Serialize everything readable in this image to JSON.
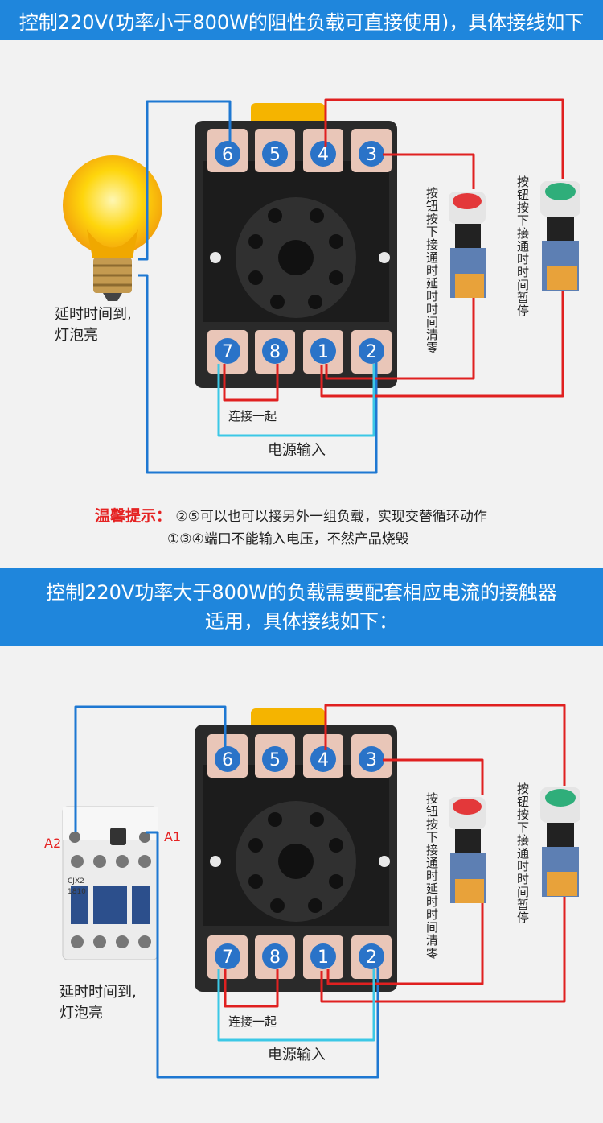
{
  "section1": {
    "banner_text": "控制220V(功率小于800W的阻性负载可直接使用)，具体接线如下",
    "load_caption_line1": "延时时间到,",
    "load_caption_line2": "灯泡亮",
    "button_red_label": "按钮按下接通时延时时间清零",
    "button_green_label": "按钮按下接通时时间暂停",
    "jumper_label": "连接一起",
    "power_label": "电源输入",
    "terminals_top": [
      "6",
      "5",
      "4",
      "3"
    ],
    "terminals_bottom": [
      "7",
      "8",
      "1",
      "2"
    ]
  },
  "tip": {
    "label": "温馨提示：",
    "line1": "②⑤可以也可以接另外一组负载，实现交替循环动作",
    "line2": "①③④端口不能输入电压，不然产品烧毁"
  },
  "section2": {
    "banner_line1": "控制220V功率大于800W的负载需要配套相应电流的接触器",
    "banner_line2": "适用，具体接线如下：",
    "contactor_a2": "A2",
    "contactor_a1": "A1",
    "contactor_model": "CJX2",
    "contactor_code": "1810",
    "load_caption_line1": "延时时间到,",
    "load_caption_line2": "灯泡亮",
    "button_red_label": "按钮按下接通时延时时间清零",
    "button_green_label": "按钮按下接通时时间暂停",
    "jumper_label": "连接一起",
    "power_label": "电源输入",
    "terminals_top": [
      "6",
      "5",
      "4",
      "3"
    ],
    "terminals_bottom": [
      "7",
      "8",
      "1",
      "2"
    ]
  },
  "colors": {
    "banner": "#1f86dc",
    "wire_blue": "#1e78d2",
    "wire_red": "#e02020",
    "wire_cyan": "#3cc8e6",
    "terminal_badge": "#2a73c8"
  }
}
